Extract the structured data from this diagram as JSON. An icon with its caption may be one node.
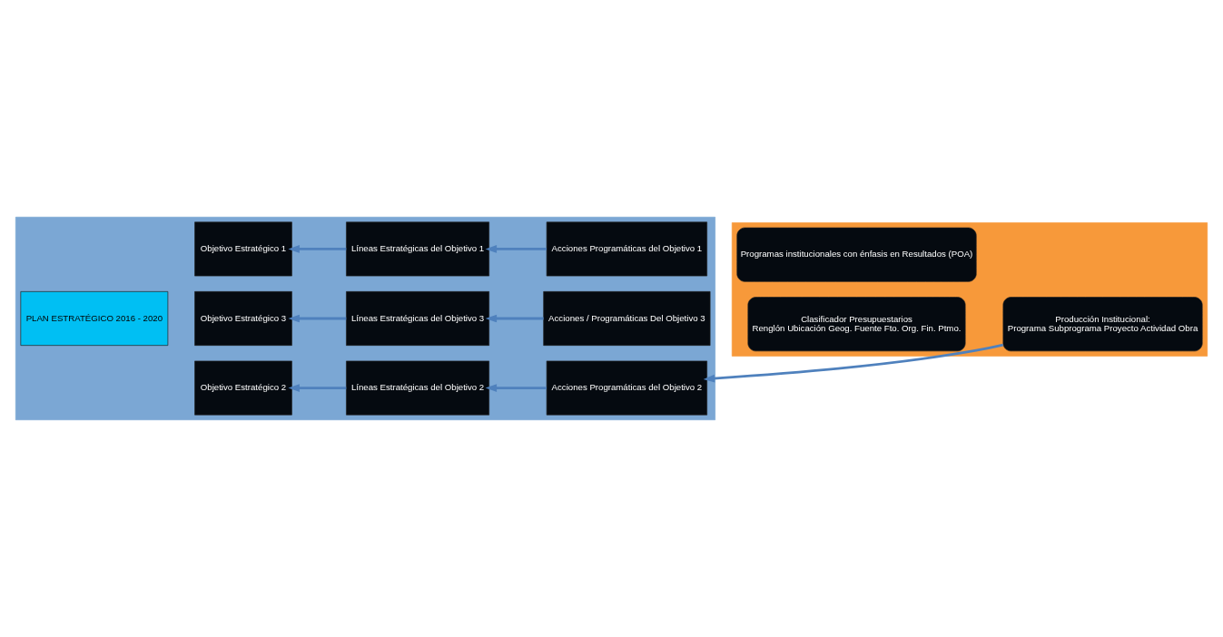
{
  "diagram": {
    "nodes": [
      {
        "text": [],
        "shape": "box"
      },
      {
        "text": [
          "PLAN ESTRATÉGICO 2016 - 2020"
        ],
        "in": 0
      },
      {
        "text": [
          "Objetivo Estratégico 1"
        ],
        "in": 0
      },
      {
        "text": [
          "Líneas Estratégicas del Objetivo 1"
        ],
        "in": 0
      },
      {
        "text": [
          "Acciones Programáticas del Objetivo 1"
        ],
        "in": 0
      },
      {
        "text": [
          "Objetivo Estratégico 2"
        ],
        "in": 0
      },
      {
        "text": [
          "Líneas Estratégicas del Objetivo 2"
        ],
        "in": 0
      },
      {
        "text": [
          "Acciones Programáticas del Objetivo 2"
        ],
        "in": 0
      },
      {
        "text": [
          "Objetivo Estratégico 3"
        ],
        "in": 0
      },
      {
        "text": [
          "Líneas Estratégicas del Objetivo 3"
        ],
        "in": 0
      },
      {
        "text": [
          "Acciones / Programáticas Del Objetivo 3"
        ],
        "in": 0
      },
      {
        "text": [],
        "shape": "box"
      },
      {
        "text": [
          "Programas institucionales con énfasis en Resultados (POA)"
        ],
        "in": 11
      },
      {
        "text": [
          "Producción Institucional:",
          "Programa Subprograma Proyecto Actividad Obra"
        ],
        "in": 11
      },
      {
        "text": [
          "Clasificador Presupuestarios",
          "Renglón Ubicación Geog. Fuente Fto. Org. Fin. Ptmo."
        ],
        "in": 11
      }
    ],
    "edges": [
      {
        "from": 3,
        "to": 2,
        "arrow": "to"
      },
      {
        "from": 4,
        "to": 3,
        "arrow": "to"
      },
      {
        "from": 6,
        "to": 5,
        "arrow": "to"
      },
      {
        "from": 7,
        "to": 6,
        "arrow": "to"
      },
      {
        "from": 9,
        "to": 8,
        "arrow": "to"
      },
      {
        "from": 10,
        "to": 9,
        "arrow": "to"
      },
      {
        "from": 13,
        "to": 7,
        "arrow": "to"
      }
    ]
  }
}
